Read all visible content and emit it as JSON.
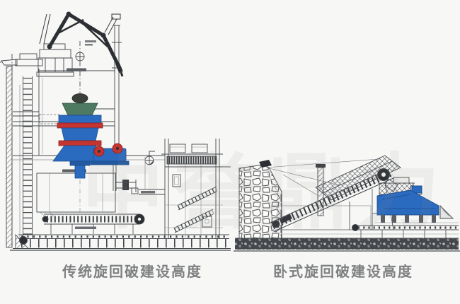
{
  "page": {
    "background": "#f7f7f5",
    "watermark": "中誉鼎力"
  },
  "figures": [
    {
      "id": "traditional-gyratory",
      "caption": "传统旋回破建设高度"
    },
    {
      "id": "horizontal-gyratory",
      "caption": "卧式旋回破建设高度"
    }
  ],
  "colors": {
    "line": "#45484d",
    "line_light": "#8e9194",
    "dark_steel": "#2c2f33",
    "crusher_blue": "#2a6abf",
    "flange_red": "#c5342f",
    "spider_green": "#4d7a60",
    "caption_text": "#7e8082",
    "watermark_gray": "#8f8f8d"
  }
}
